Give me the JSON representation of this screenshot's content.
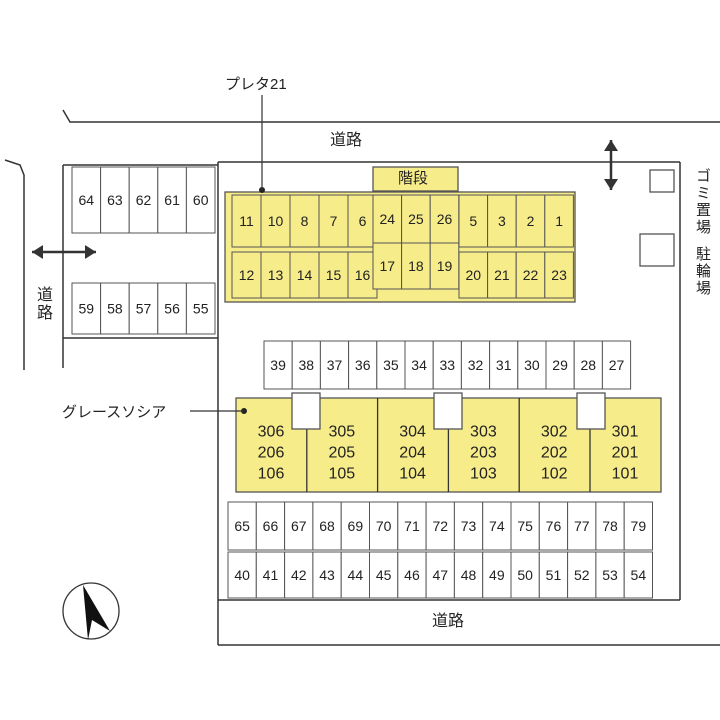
{
  "colors": {
    "building": "#f7ec8a",
    "outline": "#555555",
    "line": "#333333",
    "paper": "#ffffff"
  },
  "labels": {
    "road_top": "道路",
    "road_bottom": "道路",
    "road_left": "道路",
    "building_a": "プレタ21",
    "building_b": "グレースソシア",
    "stairs": "階段",
    "garbage": "ゴミ置場",
    "bike": "駐輪場"
  },
  "icons": {
    "north": "north-arrow-icon",
    "arrow_h": "double-arrow-horizontal-icon",
    "arrow_v": "double-arrow-vertical-icon"
  },
  "parking": {
    "left_top": [
      "64",
      "63",
      "62",
      "61",
      "60"
    ],
    "left_bottom": [
      "59",
      "58",
      "57",
      "56",
      "55"
    ],
    "mid_row": [
      "39",
      "38",
      "37",
      "36",
      "35",
      "34",
      "33",
      "32",
      "31",
      "30",
      "29",
      "28",
      "27"
    ],
    "bottom_top": [
      "65",
      "66",
      "67",
      "68",
      "69",
      "70",
      "71",
      "72",
      "73",
      "74",
      "75",
      "76",
      "77",
      "78",
      "79"
    ],
    "bottom_bottom": [
      "40",
      "41",
      "42",
      "43",
      "44",
      "45",
      "46",
      "47",
      "48",
      "49",
      "50",
      "51",
      "52",
      "53",
      "54"
    ]
  },
  "units_a": {
    "left_top": [
      "11",
      "10",
      "8",
      "7",
      "6"
    ],
    "left_bottom": [
      "12",
      "13",
      "14",
      "15",
      "16"
    ],
    "center_top": [
      "24",
      "25",
      "26"
    ],
    "center_bottom": [
      "17",
      "18",
      "19"
    ],
    "right_top": [
      "5",
      "3",
      "2",
      "1"
    ],
    "right_bottom": [
      "20",
      "21",
      "22",
      "23"
    ]
  },
  "units_b": [
    [
      "306",
      "206",
      "106"
    ],
    [
      "305",
      "205",
      "105"
    ],
    [
      "304",
      "204",
      "104"
    ],
    [
      "303",
      "203",
      "103"
    ],
    [
      "302",
      "202",
      "102"
    ],
    [
      "301",
      "201",
      "101"
    ]
  ]
}
